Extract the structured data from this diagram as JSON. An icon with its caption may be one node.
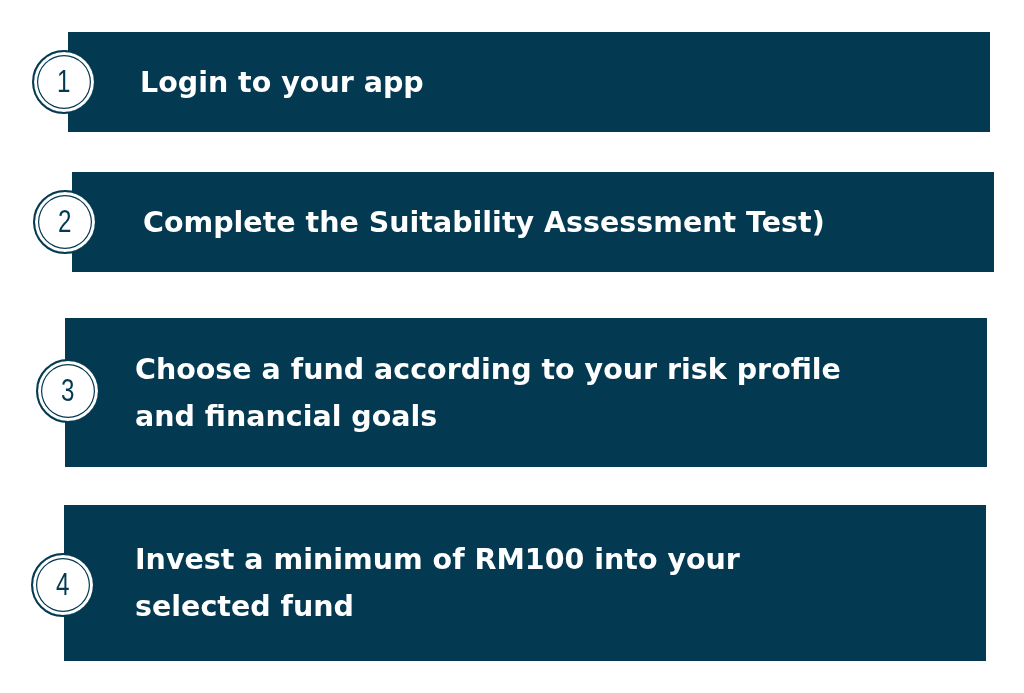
{
  "diagram": {
    "nodes": [
      {
        "text": [
          "1"
        ]
      },
      {
        "text": [
          "Login to your app"
        ]
      },
      {
        "text": [
          "2"
        ]
      },
      {
        "text": [
          "Complete the Suitability Assessment Test)"
        ]
      },
      {
        "text": [
          "3"
        ]
      },
      {
        "text": [
          "Choose a fund according to your risk profile and financial goals"
        ]
      },
      {
        "text": [
          "4"
        ]
      },
      {
        "text": [
          "Invest a minimum of RM100 into your selected fund"
        ]
      }
    ]
  }
}
